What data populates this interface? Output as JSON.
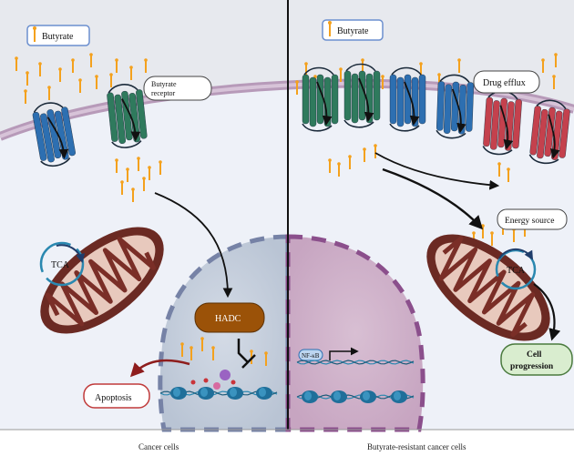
{
  "left_panel": {
    "butyrate_label": "Butyrate",
    "receptor_label_line1": "Butyrate",
    "receptor_label_line2": "receptor",
    "tca_label": "TCA",
    "hadc_label": "HADC",
    "apoptosis_label": "Apoptosis",
    "caption": "Cancer cells"
  },
  "right_panel": {
    "butyrate_label": "Butyrate",
    "drug_efflux_label": "Drug efflux",
    "energy_source_label": "Energy source",
    "tca_label": "TCA",
    "nfkb_label": "NF-κB",
    "cell_progression_line1": "Cell",
    "cell_progression_line2": "progression",
    "caption": "Butyrate-resistant cancer cells"
  },
  "colors": {
    "background": "#eef1f8",
    "membrane": "#b79ab9",
    "receptor_blue": "#2d6fb1",
    "receptor_green": "#2f7a5d",
    "efflux_red": "#c4414d",
    "mitochondria": "#6b2a23",
    "butyrate": "#f4a11d",
    "hadc": "#9b5208",
    "dna": "#2a88b0",
    "apoptosis_border": "#c03a3a",
    "progression_fill": "#d9edcf",
    "progression_border": "#4a7a3e"
  }
}
